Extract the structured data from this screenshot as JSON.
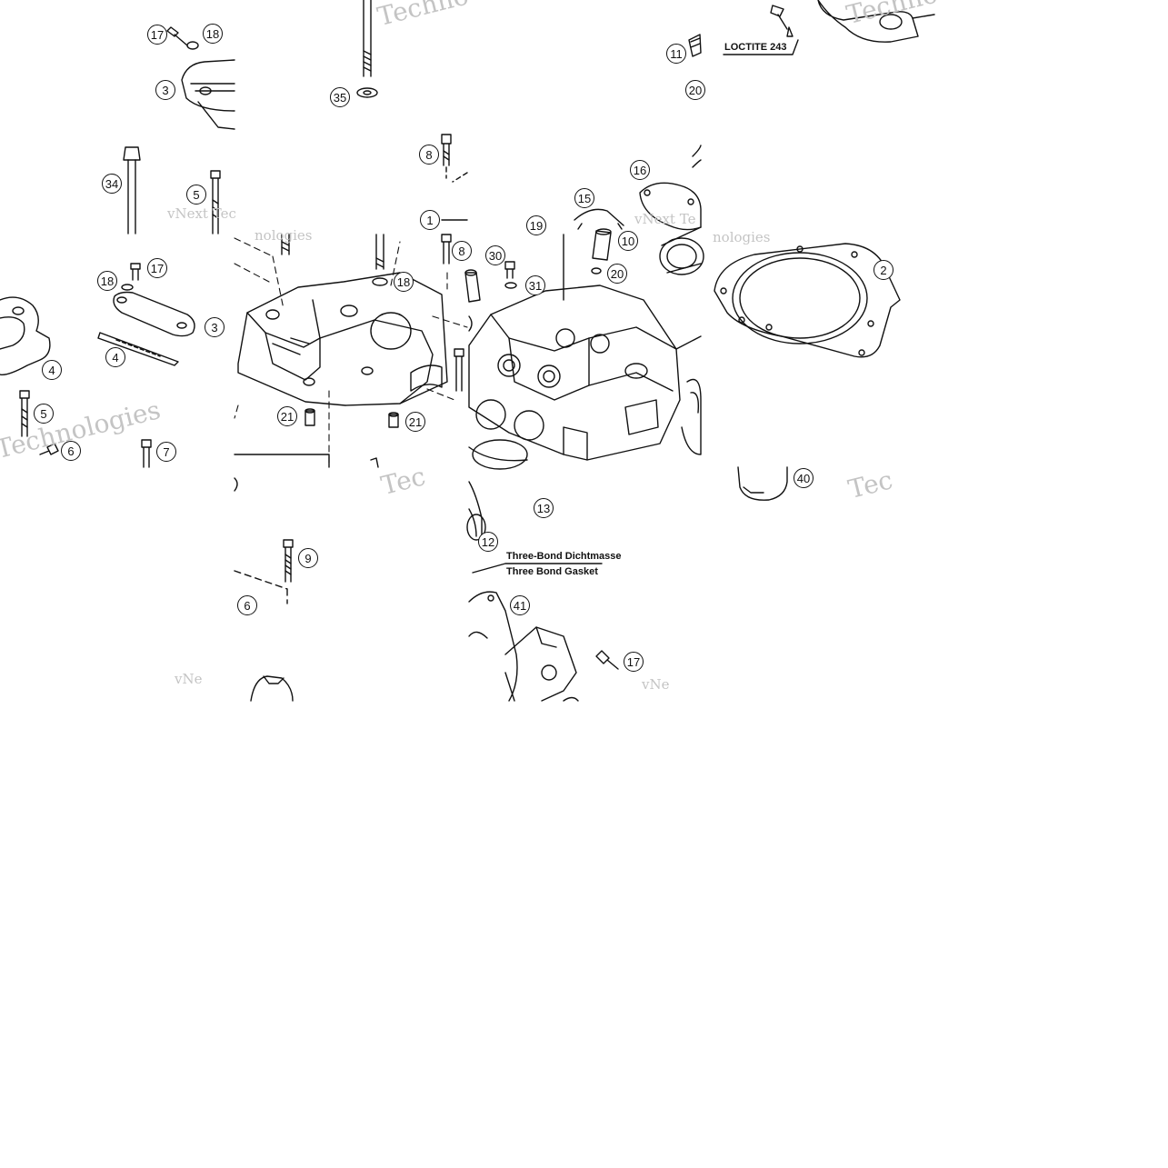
{
  "callouts": {
    "c_17a": "17",
    "c_18a": "18",
    "c_3a": "3",
    "c_34": "34",
    "c_5a": "5",
    "c_35": "35",
    "c_8a": "8",
    "c_1": "1",
    "c_11": "11",
    "c_20a": "20",
    "c_16": "16",
    "c_15": "15",
    "c_10": "10",
    "c_19": "19",
    "c_30": "30",
    "c_20b": "20",
    "c_31": "31",
    "c_8b": "8",
    "c_18b": "18",
    "c_17b": "17",
    "c_18c": "18",
    "c_3b": "3",
    "c_4a": "4",
    "c_4b": "4",
    "c_5b": "5",
    "c_6a": "6",
    "c_7": "7",
    "c_21a": "21",
    "c_21b": "21",
    "c_2": "2",
    "c_40": "40",
    "c_13": "13",
    "c_12": "12",
    "c_9": "9",
    "c_6b": "6",
    "c_41": "41",
    "c_17c": "17"
  },
  "notes": {
    "loctite": "LOCTITE 243",
    "threebond_de": "Three-Bond Dichtmasse",
    "threebond_en": "Three Bond Gasket"
  },
  "watermarks": {
    "w1": "Techno",
    "w2": "vNext Tec",
    "w3": "vNext Te",
    "w4": "Technologies",
    "w5": "Tec",
    "w6": "vNe",
    "w7": "vNe",
    "w8": "Tec",
    "w9": "Techno",
    "w10": "nologies",
    "w11": "nologies"
  }
}
